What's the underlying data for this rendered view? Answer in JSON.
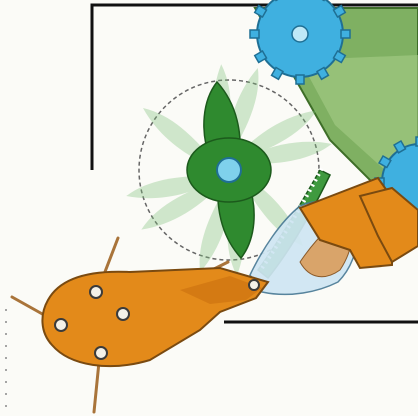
{
  "diagram": {
    "labels": [],
    "colors": {
      "background": "#fbfbf7",
      "frame": "#111111",
      "housing": "#7fb062",
      "housing_light": "#a9cf8a",
      "rotor_dark": "#2f8a2f",
      "rotor_light": "#7fc07a",
      "hub": "#7fd1ec",
      "gear": "#3fb0e0",
      "arm": "#e38a1a",
      "arm_edge": "#7a4a10",
      "stroke": "#222222",
      "pivot": "#f4f1e8",
      "tine": "#a9743a",
      "film": "#cfe6f3",
      "crop": "#d9a46a"
    },
    "components": [
      {
        "name": "fixed-gear-top",
        "icon": "gear-icon"
      },
      {
        "name": "fixed-gear-right",
        "icon": "gear-icon"
      },
      {
        "name": "rotating-blade-rotor",
        "icon": "rotor-icon"
      },
      {
        "name": "pivoting-arm",
        "icon": "arm-icon"
      },
      {
        "name": "tine-rake",
        "icon": "rake-icon"
      }
    ]
  }
}
